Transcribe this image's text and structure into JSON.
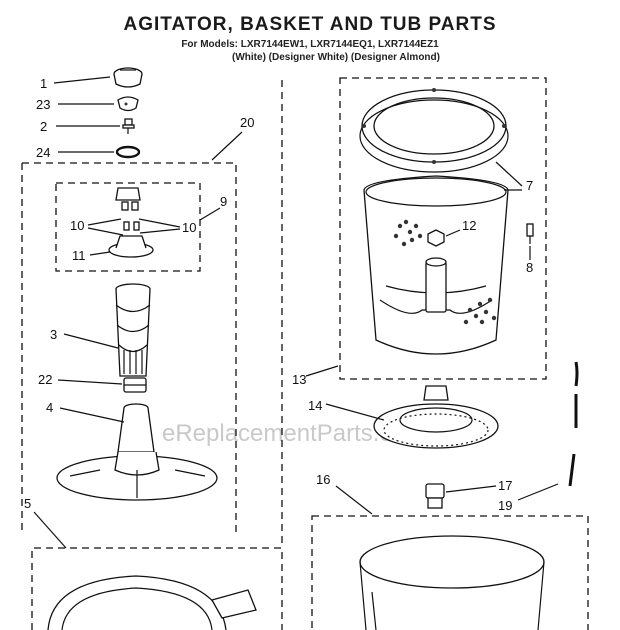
{
  "header": {
    "title": "AGITATOR, BASKET AND TUB PARTS",
    "models_line": "For Models: LXR7144EW1, LXR7144EQ1, LXR7144EZ1",
    "colors_line": "(White) (Designer White) (Designer Almond)"
  },
  "watermark": "eReplacementParts.com",
  "callouts": {
    "p1": "1",
    "p23": "23",
    "p2": "2",
    "p24": "24",
    "p20": "20",
    "p9": "9",
    "p10a": "10",
    "p10b": "10",
    "p11": "11",
    "p3": "3",
    "p22": "22",
    "p4": "4",
    "p5": "5",
    "p7": "7",
    "p8": "8",
    "p12": "12",
    "p13": "13",
    "p14": "14",
    "p16": "16",
    "p17": "17",
    "p19": "19"
  }
}
